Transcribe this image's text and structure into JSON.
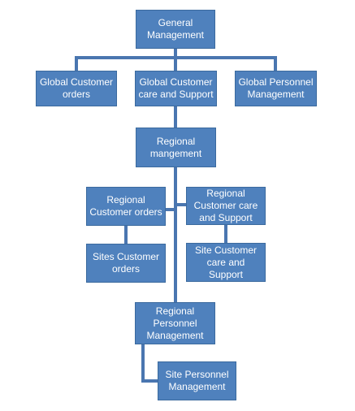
{
  "colors": {
    "box_fill": "#4f81bd",
    "box_border": "#3b6a9e",
    "connector": "#4a76b0",
    "text": "#ffffff"
  },
  "nodes": {
    "general_management": "General\nManagement",
    "global_customer_orders": "Global Customer\norders",
    "global_customer_care": "Global Customer\ncare and Support",
    "global_personnel": "Global Personnel\nManagement",
    "regional_management": "Regional\nmangement",
    "regional_customer_orders": "Regional\nCustomer  orders",
    "regional_customer_care": "Regional\nCustomer  care\nand Support",
    "sites_customer_orders": "Sites Customer\norders",
    "site_customer_care": "Site Customer\ncare and Support",
    "regional_personnel": "Regional\nPersonnel\nManagement",
    "site_personnel": "Site Personnel\nManagement"
  }
}
